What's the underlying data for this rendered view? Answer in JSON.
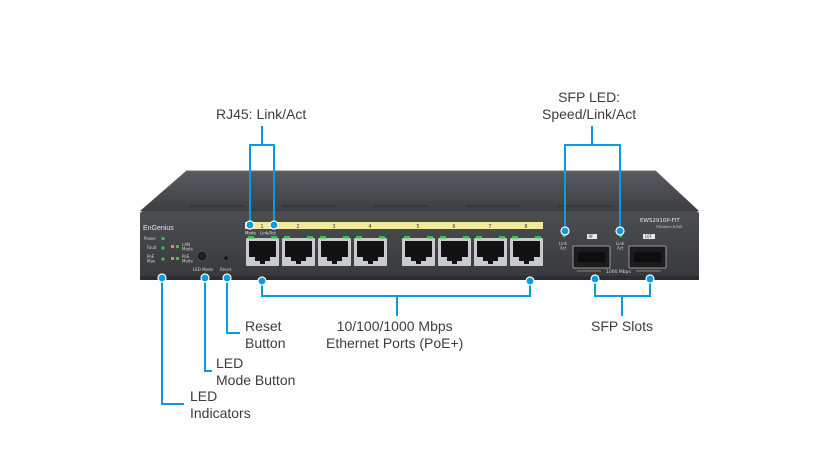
{
  "callouts": {
    "rj45": "RJ45: Link/Act",
    "sfp_led": "SFP LED:\nSpeed/Link/Act",
    "reset": "Reset\nButton",
    "ethernet": "10/100/1000 Mbps\nEthernet Ports (PoE+)",
    "sfp_slots": "SFP Slots",
    "led_mode": "LED\nMode Button",
    "led_indicators": "LED\nIndicators"
  },
  "device": {
    "brand": "EnGenius",
    "model": "EWS2910P-FIT",
    "model_sub": "FitSwitch 8 PoE",
    "power": "Power",
    "fault": "Fault",
    "poe_max": "PoE\nMax",
    "lan_mode": "LAN\nMode",
    "poe_mode": "PoE\nMode",
    "led_mode_label": "LED Mode",
    "reset_label": "Reset",
    "mode_label": "Mode",
    "link_act_label": "Link/Act",
    "port_numbers": [
      "1",
      "2",
      "3",
      "4",
      "5",
      "6",
      "7",
      "8"
    ],
    "sfp_left_link": "Link\nAct",
    "sfp_right_link": "Link\nAct",
    "sfp_9": "9F",
    "sfp_10": "10F",
    "sfp_speed": "1000 Mbps"
  },
  "colors": {
    "body": "#45464a",
    "accent": "#0c9ae0",
    "port_strip": "#f2e99a",
    "led_green": "#39c24a",
    "led_orange": "#f28c28"
  }
}
